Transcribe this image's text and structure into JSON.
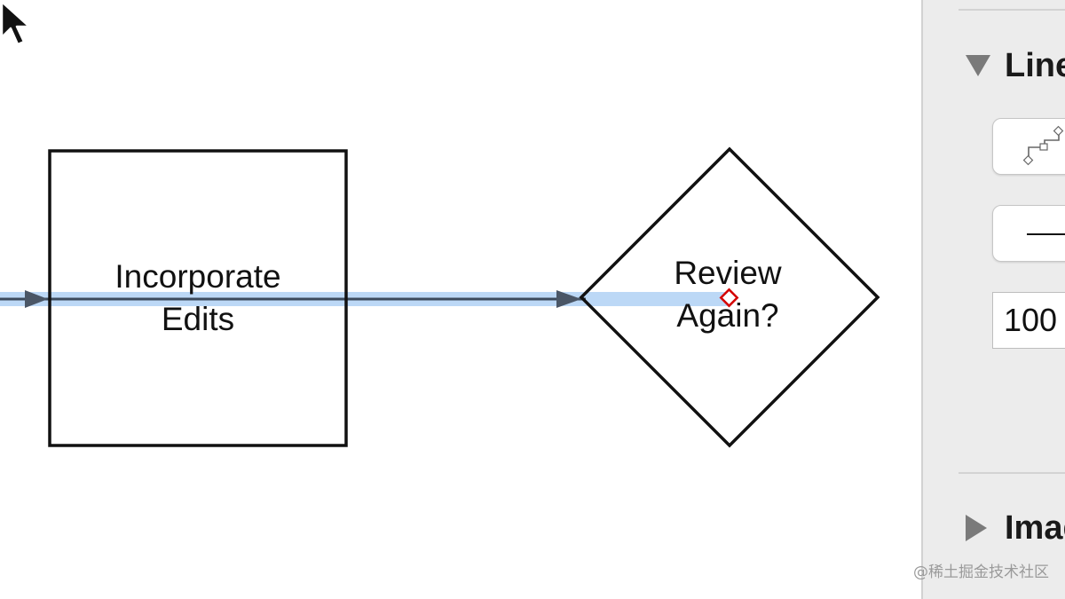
{
  "canvas": {
    "process_box_label": "Incorporate\nEdits",
    "decision_label": "Review\nAgain?"
  },
  "inspector": {
    "line_section_title": "Line",
    "line_section_expanded": true,
    "line_style_button_icon": "orthogonal-connector-icon",
    "stroke_style_button_icon": "solid-line-icon",
    "stroke_width_value": "100",
    "image_section_title": "Image",
    "image_section_expanded": false
  },
  "watermark": "@稀土掘金技术社区",
  "colors": {
    "selection_highlight": "#bcd8f6",
    "connector_line": "#3b4a5c",
    "anchor_handle": "#d40000",
    "panel_bg": "#ececec",
    "shape_stroke": "#111111"
  }
}
